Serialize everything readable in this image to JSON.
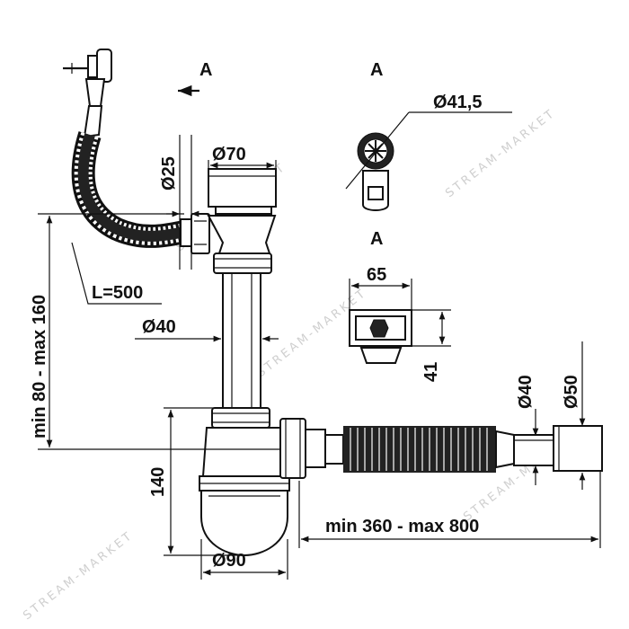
{
  "drawing": {
    "view_marker": "A",
    "labels": {
      "d25": "Ø25",
      "d70": "Ø70",
      "d41_5": "Ø41,5",
      "d40_vertical": "Ø40",
      "l500": "L=500",
      "height_range": "min 80 - max 160",
      "w65": "65",
      "h41": "41",
      "d40_right": "Ø40",
      "d50": "Ø50",
      "h140": "140",
      "length_range": "min 360  - max 800",
      "d90": "Ø90"
    },
    "watermark": "STREAM-MARKET",
    "colors": {
      "line": "#111111",
      "fill_dark": "#222222",
      "watermark": "#cfcfcf"
    }
  }
}
